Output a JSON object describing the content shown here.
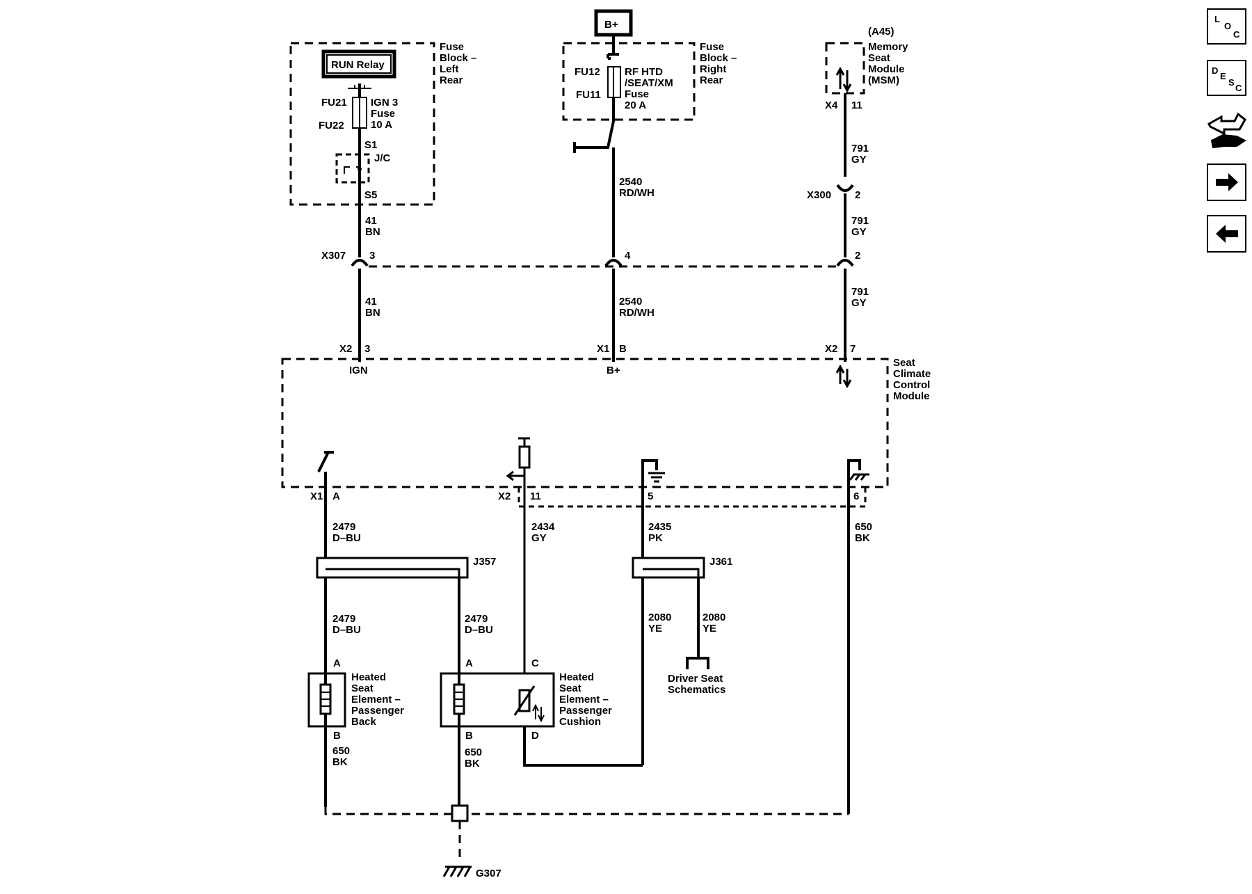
{
  "nav": {
    "loc": [
      "L",
      "O",
      "C"
    ],
    "desc": [
      "D",
      "E",
      "S",
      "C"
    ]
  },
  "sources": {
    "run_relay": "RUN Relay",
    "fuse_left": [
      "Fuse",
      "Block –",
      "Left",
      "Rear"
    ],
    "fu21": "FU21",
    "fu22": "FU22",
    "ign3_fuse": [
      "IGN 3",
      "Fuse",
      "10 A"
    ],
    "s1": "S1",
    "jc": "J/C",
    "s5": "S5",
    "bplus_box": "B+",
    "fu12": "FU12",
    "fu11": "FU11",
    "rf_fuse": [
      "RF HTD",
      "/SEAT/XM",
      "Fuse",
      "20 A"
    ],
    "fuse_right": [
      "Fuse",
      "Block –",
      "Right",
      "Rear"
    ],
    "msm": [
      "(A45)",
      "Memory",
      "Seat",
      "Module",
      "(MSM)"
    ],
    "x4": "X4",
    "x4_pin": "11"
  },
  "wires": {
    "w41a": [
      "41",
      "BN"
    ],
    "w41b": [
      "41",
      "BN"
    ],
    "w2540a": [
      "2540",
      "RD/WH"
    ],
    "w2540b": [
      "2540",
      "RD/WH"
    ],
    "w791a": [
      "791",
      "GY"
    ],
    "w791b": [
      "791",
      "GY"
    ],
    "w791c": [
      "791",
      "GY"
    ],
    "w2479a": [
      "2479",
      "D–BU"
    ],
    "w2479b": [
      "2479",
      "D–BU"
    ],
    "w2479c": [
      "2479",
      "D–BU"
    ],
    "w2434": [
      "2434",
      "GY"
    ],
    "w2435": [
      "2435",
      "PK"
    ],
    "w650a": [
      "650",
      "BK"
    ],
    "w650b": [
      "650",
      "BK"
    ],
    "w650c": [
      "650",
      "BK"
    ],
    "w2080a": [
      "2080",
      "YE"
    ],
    "w2080b": [
      "2080",
      "YE"
    ]
  },
  "connectors": {
    "x300": "X300",
    "x300_pin": "2",
    "x307": "X307",
    "x307_pin3": "3",
    "x307_pin4": "4",
    "x307_pin2": "2",
    "x2": "X2",
    "x2_pin3": "3",
    "x1": "X1",
    "x1_pinB": "B",
    "x2b": "X2",
    "x2_pin7": "7",
    "x1c": "X1",
    "x1_pinA": "A",
    "x2c": "X2",
    "x2_pin11": "11",
    "pin5": "5",
    "pin6": "6",
    "j357": "J357",
    "j361": "J361"
  },
  "module": {
    "ign": "IGN",
    "bplus": "B+",
    "name": [
      "Seat",
      "Climate",
      "Control",
      "Module"
    ]
  },
  "components": {
    "heat_back": [
      "Heated",
      "Seat",
      "Element –",
      "Passenger",
      "Back"
    ],
    "heat_cushion": [
      "Heated",
      "Seat",
      "Element –",
      "Passenger",
      "Cushion"
    ],
    "back_a": "A",
    "back_b": "B",
    "cush_a": "A",
    "cush_b": "B",
    "cush_c": "C",
    "cush_d": "D",
    "driver_seat": [
      "Driver Seat",
      "Schematics"
    ],
    "ground": "G307"
  }
}
